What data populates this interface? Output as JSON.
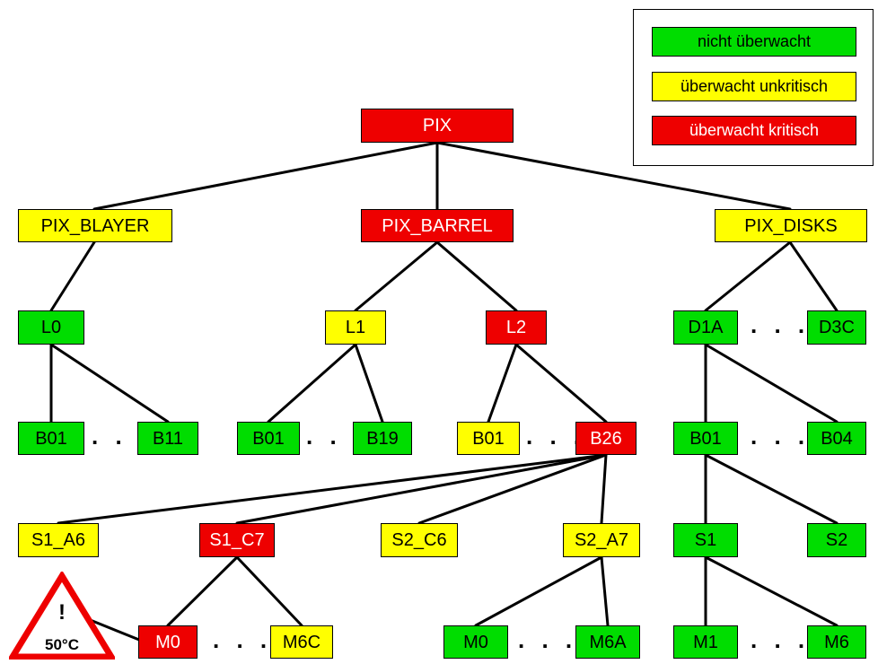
{
  "colors": {
    "green": "#00dd00",
    "yellow": "#ffff00",
    "red": "#ee0000"
  },
  "legend": {
    "items": [
      {
        "label": "nicht überwacht",
        "status": "green"
      },
      {
        "label": "überwacht unkritisch",
        "status": "yellow"
      },
      {
        "label": "überwacht kritisch",
        "status": "red"
      }
    ]
  },
  "nodes": {
    "pix": {
      "label": "PIX",
      "status": "red"
    },
    "pix_blayer": {
      "label": "PIX_BLAYER",
      "status": "yellow"
    },
    "pix_barrel": {
      "label": "PIX_BARREL",
      "status": "red"
    },
    "pix_disks": {
      "label": "PIX_DISKS",
      "status": "yellow"
    },
    "l0": {
      "label": "L0",
      "status": "green"
    },
    "l1": {
      "label": "L1",
      "status": "yellow"
    },
    "l2": {
      "label": "L2",
      "status": "red"
    },
    "d1a": {
      "label": "D1A",
      "status": "green"
    },
    "d3c": {
      "label": "D3C",
      "status": "green"
    },
    "l0_b01": {
      "label": "B01",
      "status": "green"
    },
    "l0_b11": {
      "label": "B11",
      "status": "green"
    },
    "l1_b01": {
      "label": "B01",
      "status": "green"
    },
    "l1_b19": {
      "label": "B19",
      "status": "green"
    },
    "l2_b01": {
      "label": "B01",
      "status": "yellow"
    },
    "l2_b26": {
      "label": "B26",
      "status": "red"
    },
    "d_b01": {
      "label": "B01",
      "status": "green"
    },
    "d_b04": {
      "label": "B04",
      "status": "green"
    },
    "s1_a6": {
      "label": "S1_A6",
      "status": "yellow"
    },
    "s1_c7": {
      "label": "S1_C7",
      "status": "red"
    },
    "s2_c6": {
      "label": "S2_C6",
      "status": "yellow"
    },
    "s2_a7": {
      "label": "S2_A7",
      "status": "yellow"
    },
    "d_s1": {
      "label": "S1",
      "status": "green"
    },
    "d_s2": {
      "label": "S2",
      "status": "green"
    },
    "c7_m0": {
      "label": "M0",
      "status": "red"
    },
    "c7_m6c": {
      "label": "M6C",
      "status": "yellow"
    },
    "a7_m0": {
      "label": "M0",
      "status": "green"
    },
    "a7_m6a": {
      "label": "M6A",
      "status": "green"
    },
    "d_m1": {
      "label": "M1",
      "status": "green"
    },
    "d_m6": {
      "label": "M6",
      "status": "green"
    }
  },
  "ellipsis": ". . .",
  "warning": {
    "symbol": "!",
    "temperature": "50°C"
  }
}
